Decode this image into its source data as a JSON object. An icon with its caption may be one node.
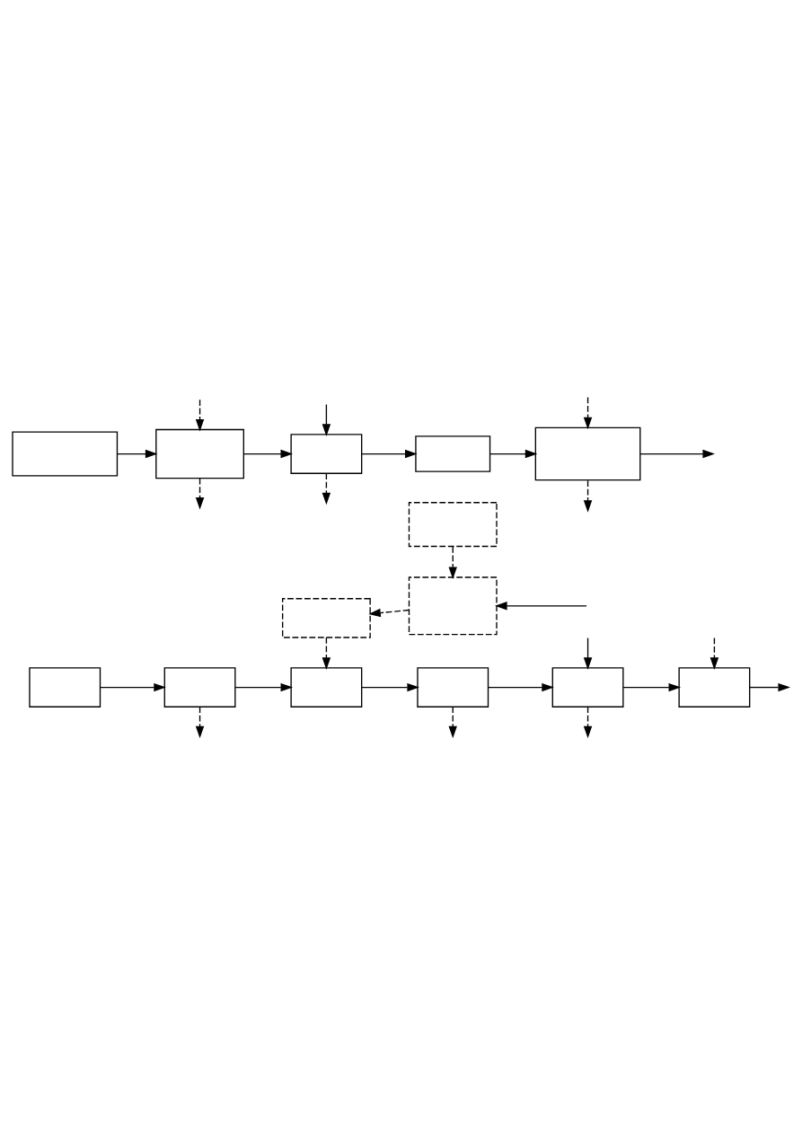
{
  "diagram": {
    "nodes": [
      {
        "text": [],
        "shape": "box"
      },
      {
        "text": [],
        "shape": "box"
      },
      {
        "text": [],
        "shape": "box"
      },
      {
        "text": [],
        "shape": "box"
      },
      {
        "text": [],
        "shape": "box"
      },
      {
        "text": [],
        "shape": "box"
      },
      {
        "text": [],
        "shape": "box"
      },
      {
        "text": [],
        "shape": "box"
      },
      {
        "text": [],
        "shape": "box"
      },
      {
        "text": [],
        "shape": "box"
      },
      {
        "text": [],
        "shape": "box"
      },
      {
        "text": [],
        "shape": "box"
      },
      {
        "text": [],
        "shape": "box"
      },
      {
        "text": [],
        "shape": "box"
      }
    ],
    "edges": [
      {
        "from": 0,
        "to": 2,
        "arrow": "to",
        "style": "dashed"
      },
      {
        "from": 2,
        "to": 1,
        "arrow": "to",
        "style": "dashed"
      },
      {
        "from": null,
        "to": 2,
        "arrow": "to"
      },
      {
        "from": 1,
        "to": 5,
        "arrow": "to",
        "style": "dashed"
      },
      {
        "from": 3,
        "to": 4,
        "arrow": "to"
      },
      {
        "from": 4,
        "to": 5,
        "arrow": "to"
      },
      {
        "from": 5,
        "to": 6,
        "arrow": "to"
      },
      {
        "from": 6,
        "to": 7,
        "arrow": "to"
      },
      {
        "from": null,
        "to": 7,
        "arrow": "to"
      },
      {
        "from": 7,
        "to": 8,
        "arrow": "to"
      },
      {
        "from": 8,
        "to": null,
        "arrow": "to"
      },
      {
        "from": null,
        "to": 8,
        "arrow": "to",
        "style": "dashed"
      },
      {
        "from": 4,
        "to": null,
        "arrow": "to",
        "style": "dashed"
      },
      {
        "from": 6,
        "to": null,
        "arrow": "to",
        "style": "dashed"
      },
      {
        "from": 7,
        "to": null,
        "arrow": "to",
        "style": "dashed"
      },
      {
        "from": 9,
        "to": 10,
        "arrow": "to"
      },
      {
        "from": null,
        "to": 10,
        "arrow": "to",
        "style": "dashed"
      },
      {
        "from": 10,
        "to": 11,
        "arrow": "to"
      },
      {
        "from": null,
        "to": 11,
        "arrow": "to"
      },
      {
        "from": 11,
        "to": 12,
        "arrow": "to"
      },
      {
        "from": 12,
        "to": 13,
        "arrow": "to"
      },
      {
        "from": 13,
        "to": null,
        "arrow": "to"
      },
      {
        "from": null,
        "to": 13,
        "arrow": "to",
        "style": "dashed"
      },
      {
        "from": 10,
        "to": null,
        "arrow": "to",
        "style": "dashed"
      },
      {
        "from": 11,
        "to": null,
        "arrow": "to",
        "style": "dashed"
      },
      {
        "from": 13,
        "to": null,
        "arrow": "to",
        "style": "dashed"
      }
    ]
  }
}
